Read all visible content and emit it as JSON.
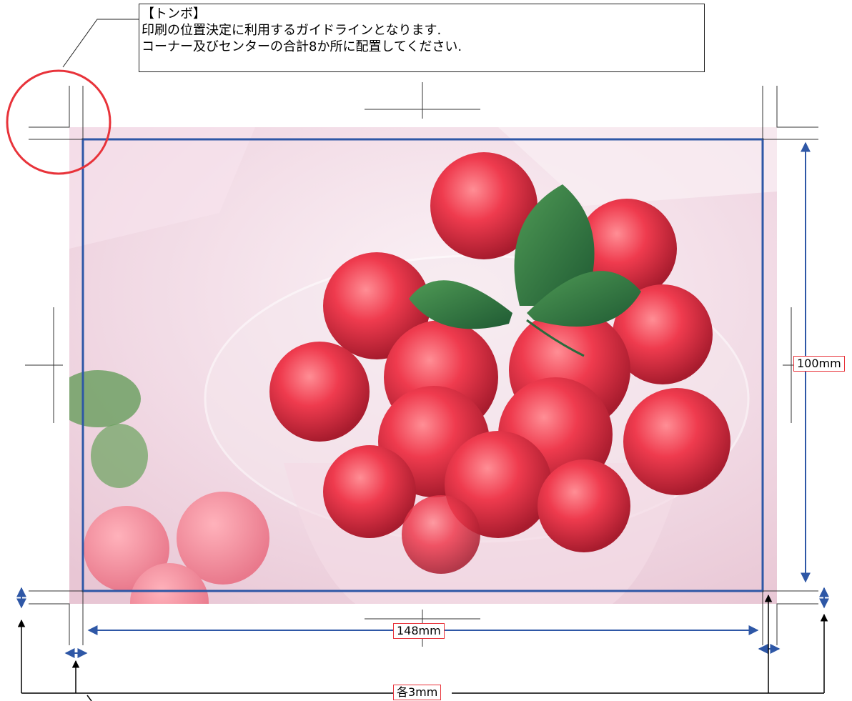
{
  "note": {
    "title": "【トンボ】",
    "line1": "印刷の位置決定に利用するガイドラインとなります.",
    "line2": "コーナー及びセンターの合計8か所に配置してください."
  },
  "dimensions": {
    "width": "148mm",
    "height": "100mm",
    "bleed": "各3mm"
  },
  "colors": {
    "trim_frame": "#2e57a6",
    "dimension_arrow": "#2e57a6",
    "label_border": "#e8333a",
    "callout_circle": "#e8333a",
    "crop_mark": "#333333"
  }
}
